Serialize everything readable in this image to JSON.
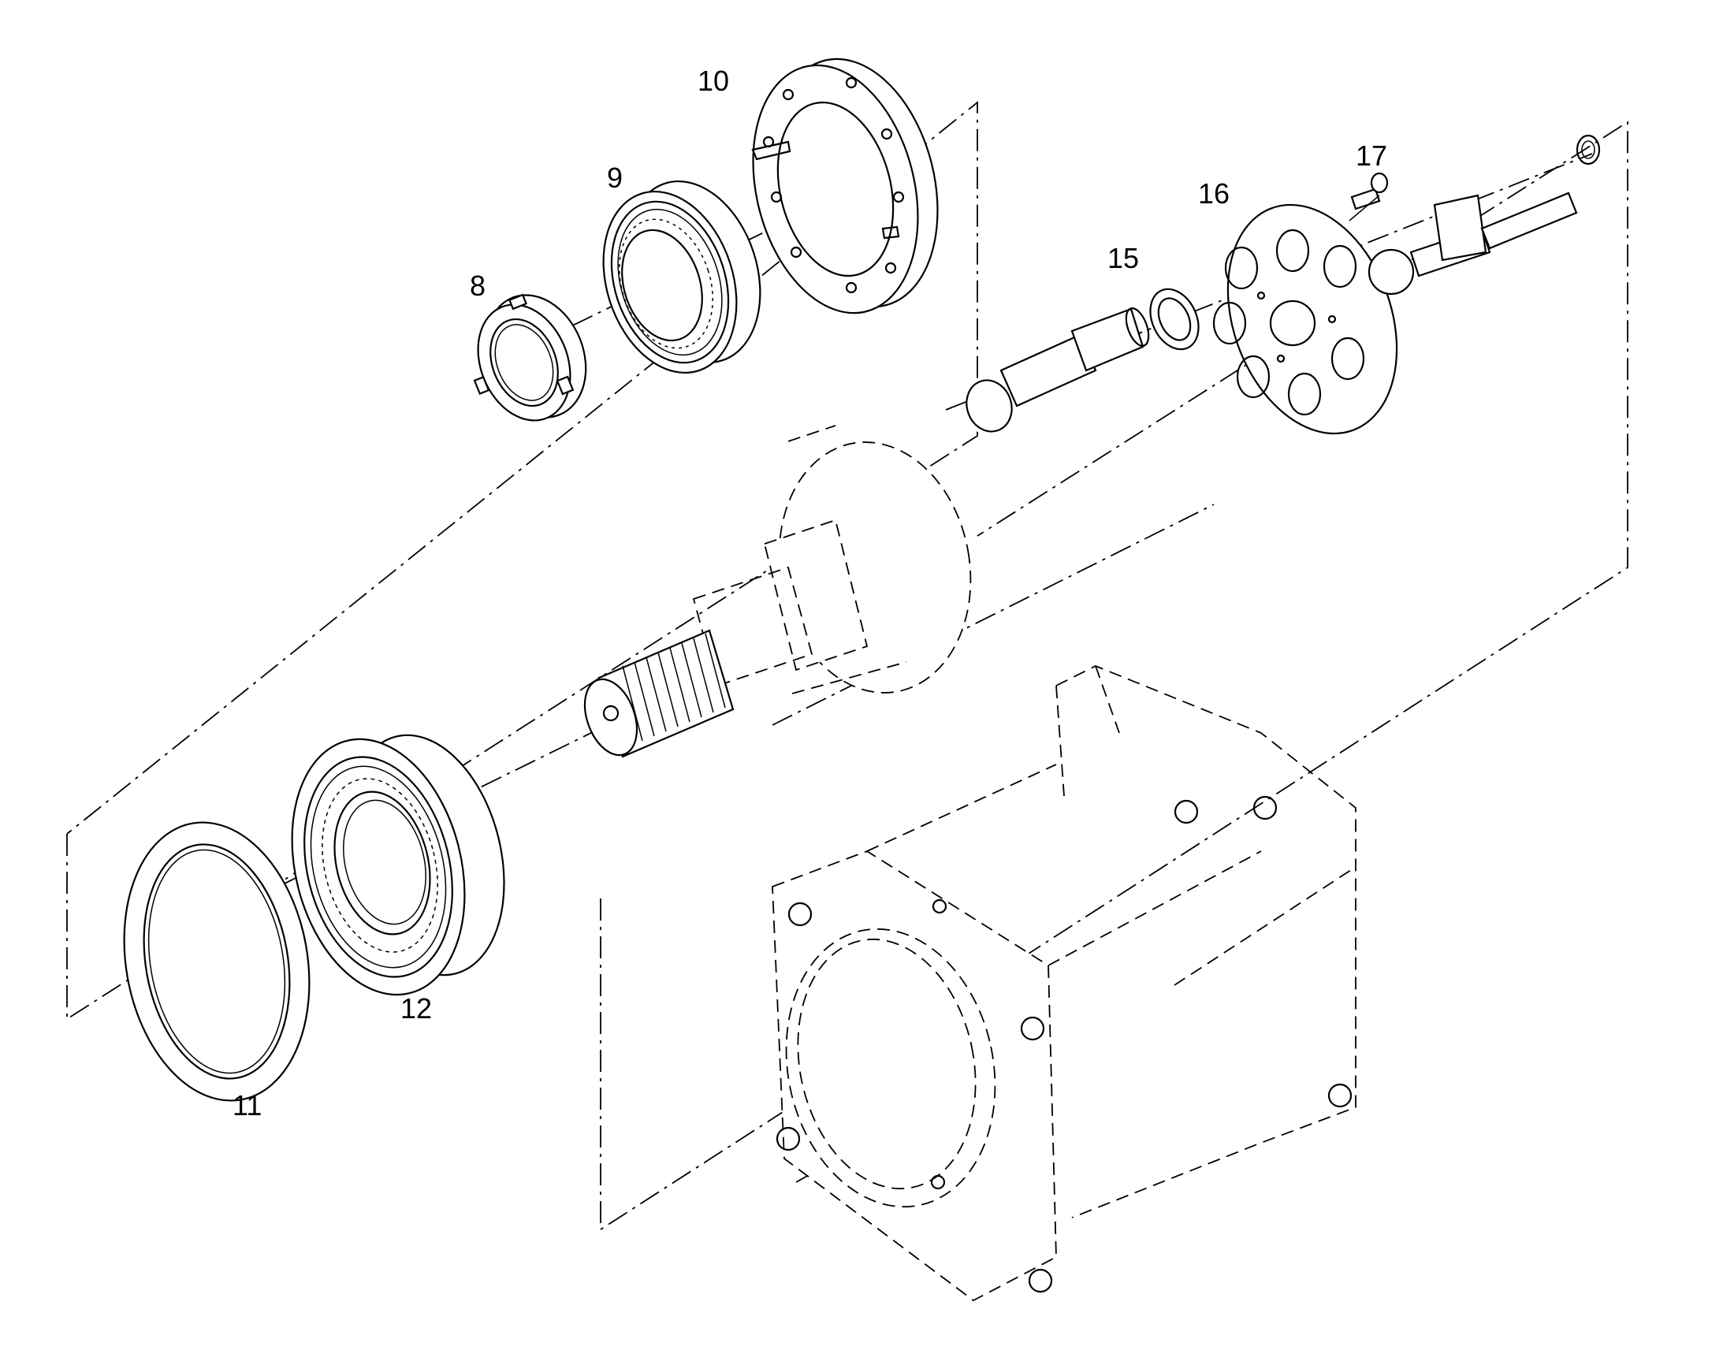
{
  "diagram": {
    "parts": [
      {
        "id": "8",
        "label": "8"
      },
      {
        "id": "9",
        "label": "9"
      },
      {
        "id": "10",
        "label": "10"
      },
      {
        "id": "11",
        "label": "11"
      },
      {
        "id": "12",
        "label": "12"
      },
      {
        "id": "15",
        "label": "15"
      },
      {
        "id": "16",
        "label": "16"
      },
      {
        "id": "17",
        "label": "17"
      }
    ]
  }
}
